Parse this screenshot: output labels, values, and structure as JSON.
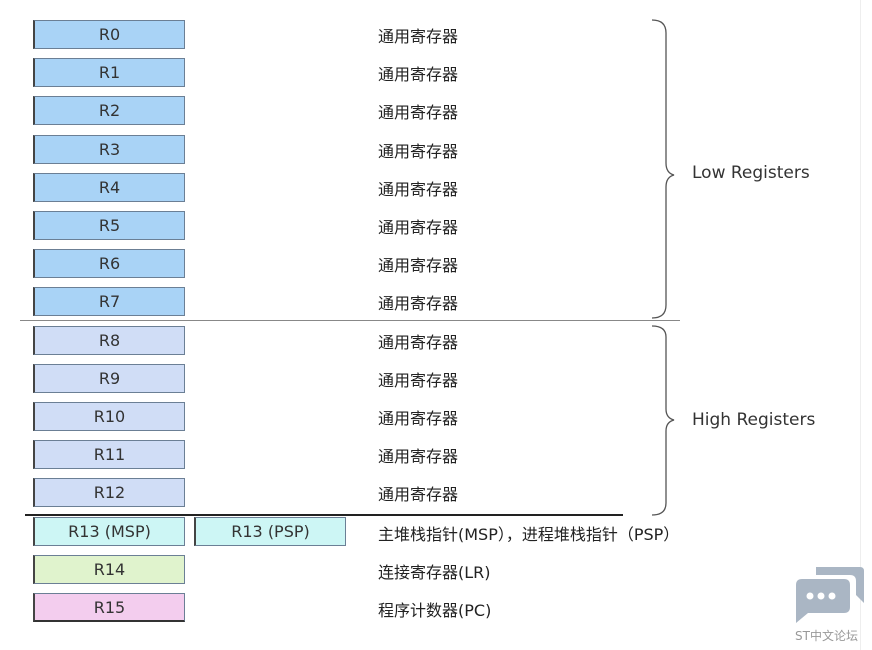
{
  "registers": [
    {
      "label": "R0",
      "desc": "通用寄存器",
      "group": "low"
    },
    {
      "label": "R1",
      "desc": "通用寄存器",
      "group": "low"
    },
    {
      "label": "R2",
      "desc": "通用寄存器",
      "group": "low"
    },
    {
      "label": "R3",
      "desc": "通用寄存器",
      "group": "low"
    },
    {
      "label": "R4",
      "desc": "通用寄存器",
      "group": "low"
    },
    {
      "label": "R5",
      "desc": "通用寄存器",
      "group": "low"
    },
    {
      "label": "R6",
      "desc": "通用寄存器",
      "group": "low"
    },
    {
      "label": "R7",
      "desc": "通用寄存器",
      "group": "low"
    },
    {
      "label": "R8",
      "desc": "通用寄存器",
      "group": "high"
    },
    {
      "label": "R9",
      "desc": "通用寄存器",
      "group": "high"
    },
    {
      "label": "R10",
      "desc": "通用寄存器",
      "group": "high"
    },
    {
      "label": "R11",
      "desc": "通用寄存器",
      "group": "high"
    },
    {
      "label": "R12",
      "desc": "通用寄存器",
      "group": "high"
    }
  ],
  "r13": {
    "msp": "R13 (MSP)",
    "psp": "R13 (PSP)",
    "desc": "主堆栈指针(MSP），进程堆栈指针（PSP）"
  },
  "r14": {
    "label": "R14",
    "desc": "连接寄存器(LR)"
  },
  "r15": {
    "label": "R15",
    "desc": "程序计数器(PC)"
  },
  "groups": {
    "low": "Low Registers",
    "high": "High Registers"
  },
  "watermark": "ST中文论坛",
  "colors": {
    "low": "#a9d3f6",
    "high": "#d0ddf6",
    "sp": "#cdf6f5",
    "lr": "#e0f3cd",
    "pc": "#f3cdee"
  }
}
